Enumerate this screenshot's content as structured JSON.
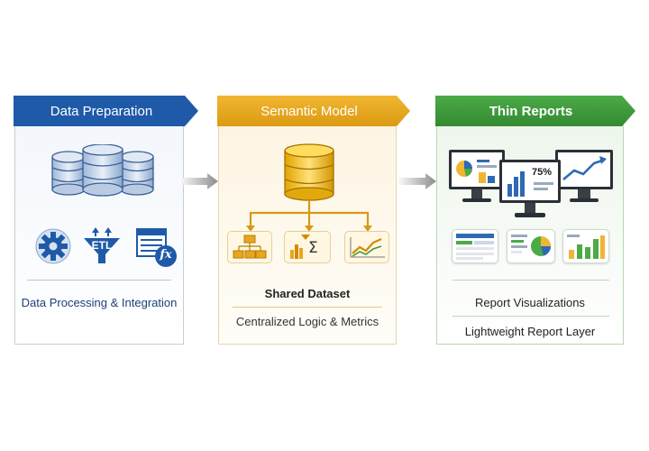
{
  "columns": {
    "data_prep": {
      "title": "Data Preparation",
      "caption": "Data Processing & Integration",
      "icons": [
        "database-icon",
        "gear-icon",
        "etl-funnel-icon",
        "table-formula-icon"
      ],
      "etl_text": "ETL",
      "fx_text": "fx",
      "accent": "#1f5aa8"
    },
    "semantic": {
      "title": "Semantic Model",
      "caption_primary": "Shared Dataset",
      "caption_secondary": "Centralized Logic & Metrics",
      "icons": [
        "database-icon",
        "hierarchy-icon",
        "sigma-icon",
        "line-chart-icon"
      ],
      "sigma_text": "Σ",
      "accent": "#e3a21a"
    },
    "thin_reports": {
      "title": "Thin Reports",
      "caption_primary": "Report Visualizations",
      "caption_secondary": "Lightweight Report Layer",
      "icons": [
        "monitor-icon",
        "report-thumbnail-icon"
      ],
      "kpi_text": "75%",
      "accent": "#3f9a3c"
    }
  },
  "connectors": [
    "arrow-right-icon",
    "arrow-right-icon"
  ]
}
